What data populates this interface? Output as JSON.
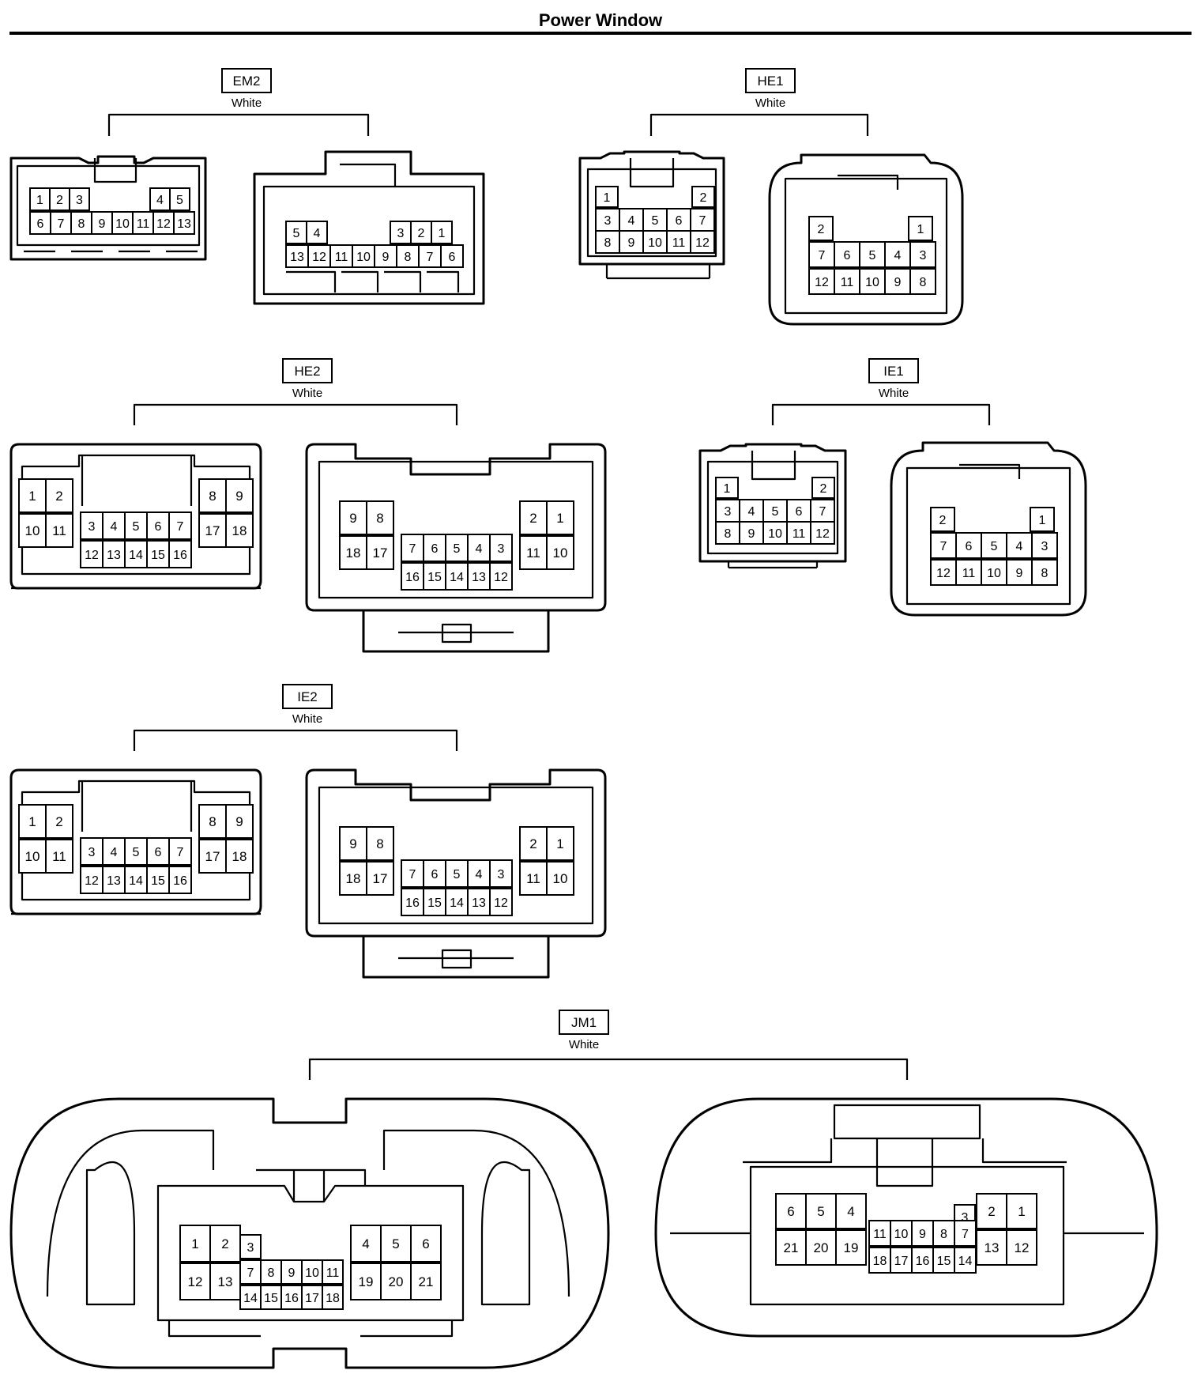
{
  "page": {
    "title": "Power Window"
  },
  "connectors": [
    {
      "id": "em2",
      "code": "EM2",
      "color": "White",
      "left_face": [
        [
          "1",
          "2",
          "3",
          "4",
          "5"
        ],
        [
          "6",
          "7",
          "8",
          "9",
          "10",
          "11",
          "12",
          "13"
        ]
      ],
      "right_face": [
        [
          "5",
          "4",
          "3",
          "2",
          "1"
        ],
        [
          "13",
          "12",
          "11",
          "10",
          "9",
          "8",
          "7",
          "6"
        ]
      ]
    },
    {
      "id": "he1",
      "code": "HE1",
      "color": "White",
      "left_face": [
        [
          "1",
          "2"
        ],
        [
          "3",
          "4",
          "5",
          "6",
          "7"
        ],
        [
          "8",
          "9",
          "10",
          "11",
          "12"
        ]
      ],
      "right_face": [
        [
          "2",
          "1"
        ],
        [
          "7",
          "6",
          "5",
          "4",
          "3"
        ],
        [
          "12",
          "11",
          "10",
          "9",
          "8"
        ]
      ]
    },
    {
      "id": "he2",
      "code": "HE2",
      "color": "White",
      "left_face": [
        [
          "1",
          "2",
          "8",
          "9"
        ],
        [
          "10",
          "11",
          "17",
          "18"
        ],
        [
          "3",
          "4",
          "5",
          "6",
          "7"
        ],
        [
          "12",
          "13",
          "14",
          "15",
          "16"
        ]
      ],
      "right_face": [
        [
          "9",
          "8",
          "2",
          "1"
        ],
        [
          "18",
          "17",
          "11",
          "10"
        ],
        [
          "7",
          "6",
          "5",
          "4",
          "3"
        ],
        [
          "16",
          "15",
          "14",
          "13",
          "12"
        ]
      ]
    },
    {
      "id": "ie1",
      "code": "IE1",
      "color": "White",
      "left_face": [
        [
          "1",
          "2"
        ],
        [
          "3",
          "4",
          "5",
          "6",
          "7"
        ],
        [
          "8",
          "9",
          "10",
          "11",
          "12"
        ]
      ],
      "right_face": [
        [
          "2",
          "1"
        ],
        [
          "7",
          "6",
          "5",
          "4",
          "3"
        ],
        [
          "12",
          "11",
          "10",
          "9",
          "8"
        ]
      ]
    },
    {
      "id": "ie2",
      "code": "IE2",
      "color": "White",
      "left_face": [
        [
          "1",
          "2",
          "8",
          "9"
        ],
        [
          "10",
          "11",
          "17",
          "18"
        ],
        [
          "3",
          "4",
          "5",
          "6",
          "7"
        ],
        [
          "12",
          "13",
          "14",
          "15",
          "16"
        ]
      ],
      "right_face": [
        [
          "9",
          "8",
          "2",
          "1"
        ],
        [
          "18",
          "17",
          "11",
          "10"
        ],
        [
          "7",
          "6",
          "5",
          "4",
          "3"
        ],
        [
          "16",
          "15",
          "14",
          "13",
          "12"
        ]
      ]
    },
    {
      "id": "jm1",
      "code": "JM1",
      "color": "White",
      "left_face": [
        [
          "1",
          "2",
          "3",
          "4",
          "5",
          "6"
        ],
        [
          "12",
          "13",
          "19",
          "20",
          "21"
        ],
        [
          "7",
          "8",
          "9",
          "10",
          "11"
        ],
        [
          "14",
          "15",
          "16",
          "17",
          "18"
        ]
      ],
      "right_face": [
        [
          "6",
          "5",
          "4",
          "3",
          "2",
          "1"
        ],
        [
          "21",
          "20",
          "19",
          "13",
          "12"
        ],
        [
          "11",
          "10",
          "9",
          "8",
          "7"
        ],
        [
          "18",
          "17",
          "16",
          "15",
          "14"
        ]
      ]
    }
  ]
}
